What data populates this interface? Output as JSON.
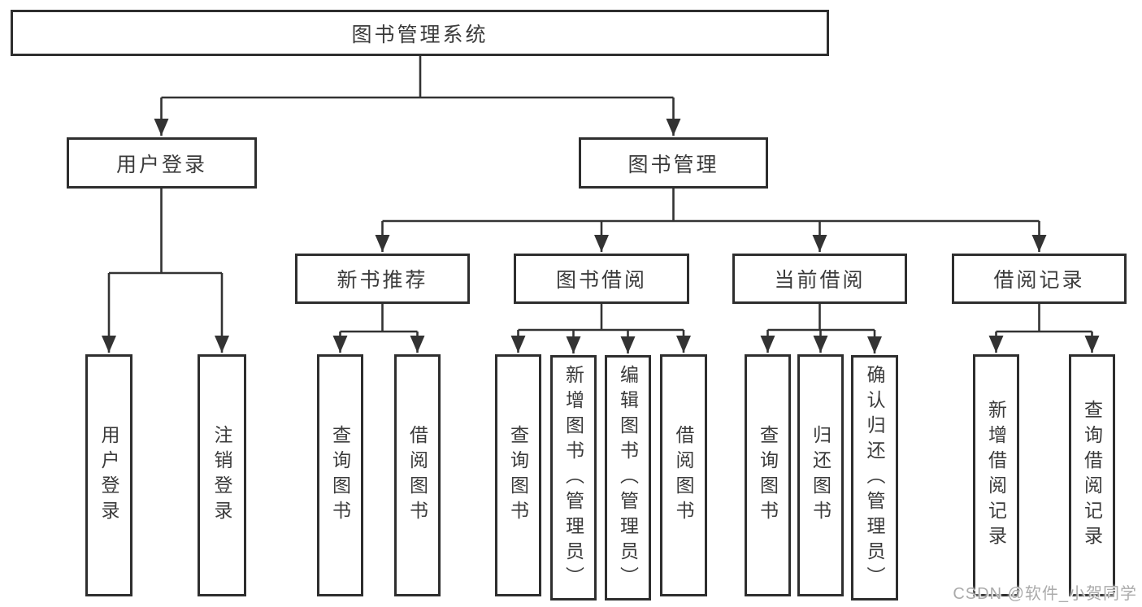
{
  "nodes": {
    "root": {
      "label": "图书管理系统"
    },
    "user_login": {
      "label": "用户登录"
    },
    "book_management": {
      "label": "图书管理"
    },
    "new_book_recommend": {
      "label": "新书推荐"
    },
    "book_borrowing": {
      "label": "图书借阅"
    },
    "current_borrowing": {
      "label": "当前借阅"
    },
    "borrowing_records": {
      "label": "借阅记录"
    },
    "login": {
      "label": "用户登录"
    },
    "logout": {
      "label": "注销登录"
    },
    "rec_query_books": {
      "label": "查询图书"
    },
    "rec_borrow_books": {
      "label": "借阅图书"
    },
    "bb_query_books": {
      "label": "查询图书"
    },
    "bb_add_books": {
      "label": "新增图书（管理员）"
    },
    "bb_edit_books": {
      "label": "编辑图书（管理员）"
    },
    "bb_borrow_books": {
      "label": "借阅图书"
    },
    "cb_query_books": {
      "label": "查询图书"
    },
    "cb_return_books": {
      "label": "归还图书"
    },
    "cb_confirm_return": {
      "label": "确认归还（管理员）"
    },
    "br_add_record": {
      "label": "新增借阅记录"
    },
    "br_query_record": {
      "label": "查询借阅记录"
    }
  },
  "hierarchy": {
    "root": [
      "user_login",
      "book_management"
    ],
    "user_login": [
      "login",
      "logout"
    ],
    "book_management": [
      "new_book_recommend",
      "book_borrowing",
      "current_borrowing",
      "borrowing_records"
    ],
    "new_book_recommend": [
      "rec_query_books",
      "rec_borrow_books"
    ],
    "book_borrowing": [
      "bb_query_books",
      "bb_add_books",
      "bb_edit_books",
      "bb_borrow_books"
    ],
    "current_borrowing": [
      "cb_query_books",
      "cb_return_books",
      "cb_confirm_return"
    ],
    "borrowing_records": [
      "br_add_record",
      "br_query_record"
    ]
  },
  "watermark": {
    "text": "CSDN @软件_小贺同学"
  },
  "colors": {
    "line": "#333333",
    "box_border": "#2e2e2e",
    "box_background": "#ffffff",
    "label_text": "#3b3b3b",
    "watermark_text": "#ababab",
    "page_background": "#ffffff"
  }
}
